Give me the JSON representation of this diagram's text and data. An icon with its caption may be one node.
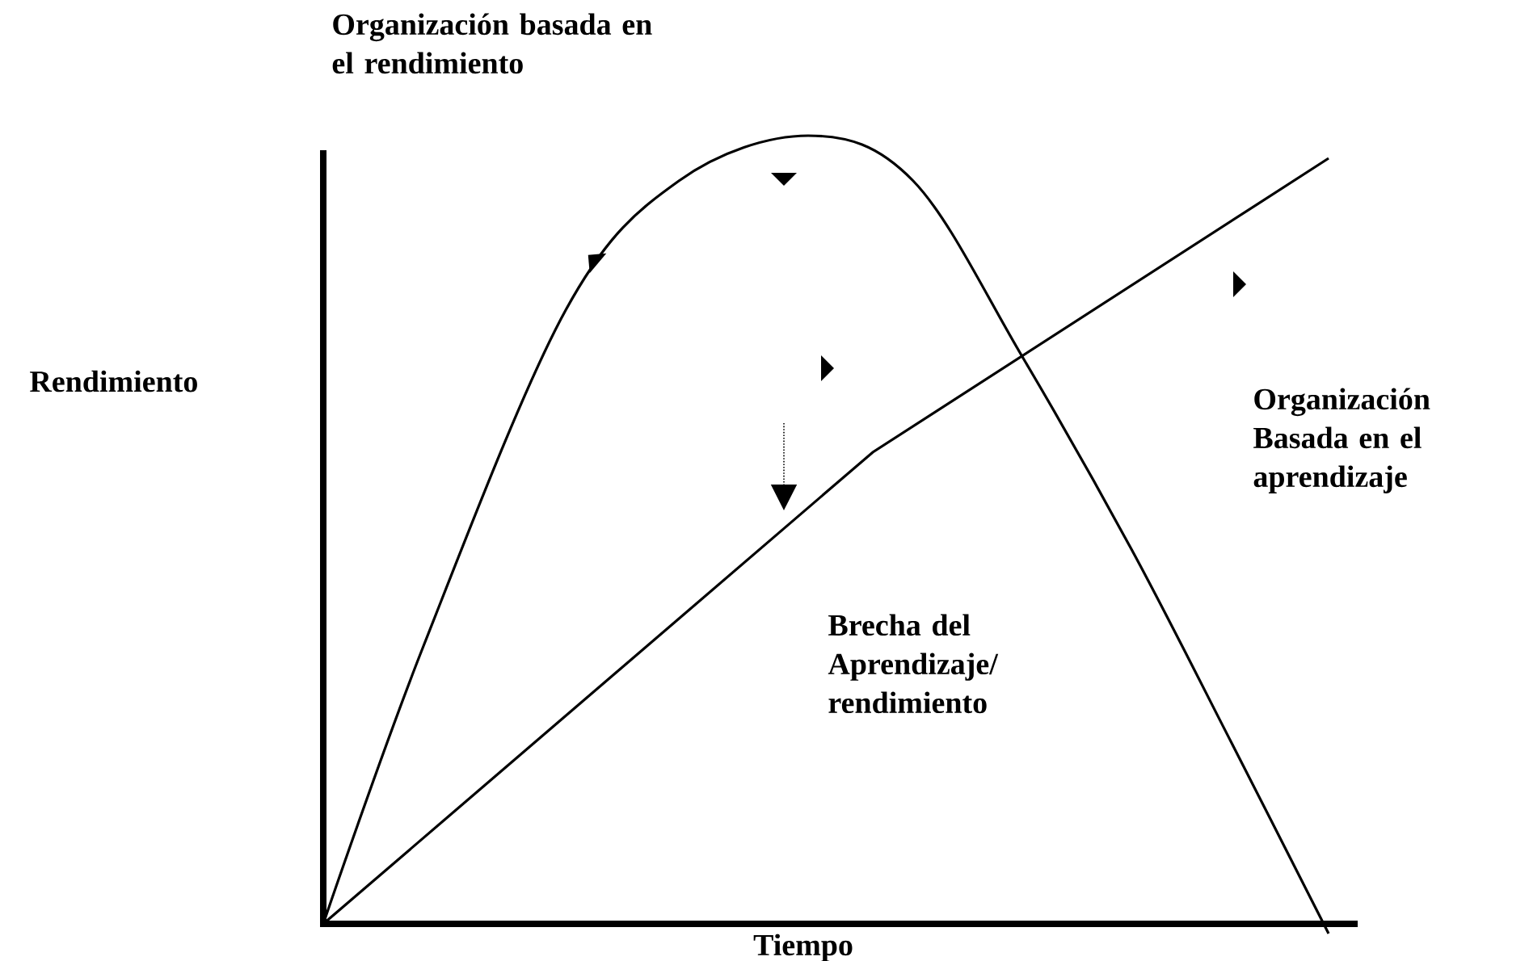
{
  "diagram": {
    "labels": [
      "Organización basada en el rendimiento",
      "Rendimiento",
      "Organización Basada en el aprendizaje",
      "Brecha del Aprendizaje/ rendimiento",
      "Tiempo"
    ]
  }
}
